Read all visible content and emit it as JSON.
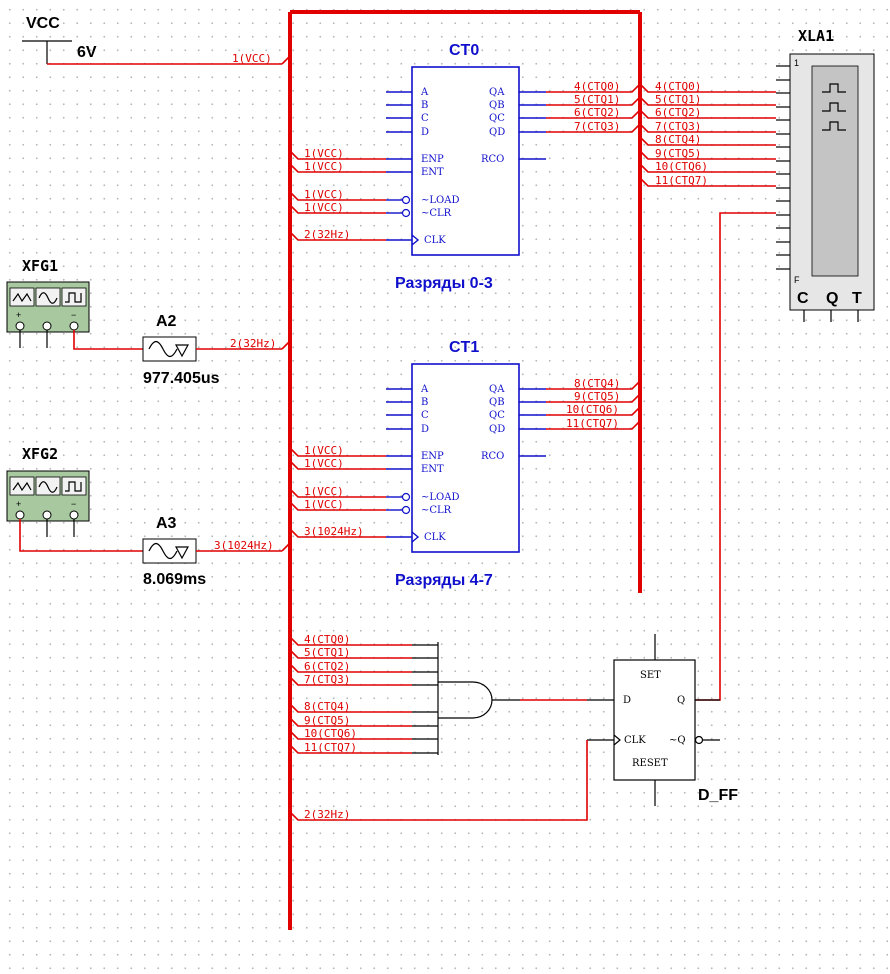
{
  "vcc": {
    "title": "VCC",
    "value": "6V"
  },
  "gens": [
    {
      "title": "XFG1"
    },
    {
      "title": "XFG2"
    }
  ],
  "meters": [
    {
      "title": "A2",
      "reading": "977.405us"
    },
    {
      "title": "A3",
      "reading": "8.069ms"
    }
  ],
  "counters": [
    {
      "title": "CT0",
      "subtitle": "Разряды 0-3"
    },
    {
      "title": "CT1",
      "subtitle": "Разряды 4-7"
    }
  ],
  "counter_pins": {
    "inputs": [
      "A",
      "B",
      "C",
      "D",
      "ENP",
      "ENT",
      "~LOAD",
      "~CLR",
      "CLK"
    ],
    "outputs": [
      "QA",
      "QB",
      "QC",
      "QD",
      "RCO"
    ]
  },
  "analyzer": {
    "title": "XLA1",
    "top": "1",
    "bottom": "F",
    "bottom_pins": [
      "C",
      "Q",
      "T"
    ]
  },
  "dff": {
    "title": "D_FF",
    "pins": [
      "SET",
      "D",
      "Q",
      "CLK",
      "~Q",
      "RESET"
    ]
  },
  "net_labels": {
    "vcc_src": "1(VCC)",
    "clk32_src": "2(32Hz)",
    "clk1024_src": "3(1024Hz)",
    "ct0_in": [
      "1(VCC)",
      "1(VCC)",
      "1(VCC)",
      "1(VCC)",
      "2(32Hz)"
    ],
    "ct1_in": [
      "1(VCC)",
      "1(VCC)",
      "1(VCC)",
      "1(VCC)",
      "3(1024Hz)"
    ],
    "ct0_out": [
      "4(CTQ0)",
      "5(CTQ1)",
      "6(CTQ2)",
      "7(CTQ3)"
    ],
    "ct1_out": [
      "8(CTQ4)",
      "9(CTQ5)",
      "10(CTQ6)",
      "11(CTQ7)"
    ],
    "xla_in": [
      "4(CTQ0)",
      "5(CTQ1)",
      "6(CTQ2)",
      "7(CTQ3)",
      "8(CTQ4)",
      "9(CTQ5)",
      "10(CTQ6)",
      "11(CTQ7)"
    ],
    "and_in": [
      "4(CTQ0)",
      "5(CTQ1)",
      "6(CTQ2)",
      "7(CTQ3)",
      "8(CTQ4)",
      "9(CTQ5)",
      "10(CTQ6)",
      "11(CTQ7)"
    ],
    "dff_clk": "2(32Hz)"
  }
}
